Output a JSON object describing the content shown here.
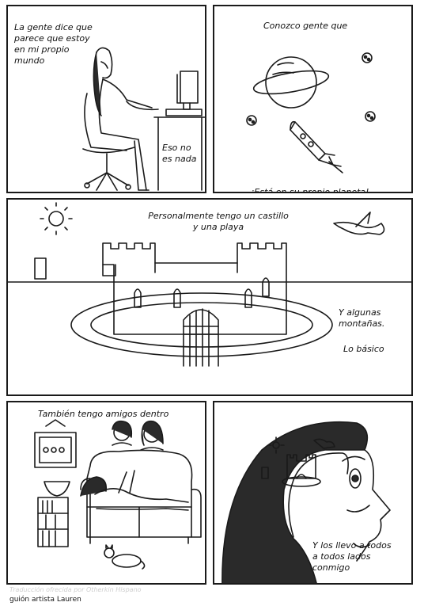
{
  "panels": {
    "p1": {
      "caption_top": "La gente dice que\nparece que estoy\nen mi propio\nmundo",
      "caption_bottom": "Eso no\nes nada"
    },
    "p2": {
      "caption_top": "Conozco gente que",
      "caption_bottom_prefix": "¡Está en su propio ",
      "caption_bottom_word": "planeta",
      "caption_bottom_suffix": "!"
    },
    "p3": {
      "caption_top": "Personalmente tengo un castillo\ny una playa",
      "caption_right": "Y algunas\nmontañas.",
      "caption_right2": "Lo básico"
    },
    "p4": {
      "caption_top": "También tengo amigos dentro"
    },
    "p5": {
      "caption_bottom": "Y los llevo a todos\na todos lados\nconmigo"
    }
  },
  "credits": {
    "translation": "Traducción ofrecida por Otherkin Hispano",
    "author": "guión artista Lauren"
  },
  "colors": {
    "ink": "#1a1a1a",
    "paper": "#ffffff",
    "faded": "#d0d0d0"
  }
}
